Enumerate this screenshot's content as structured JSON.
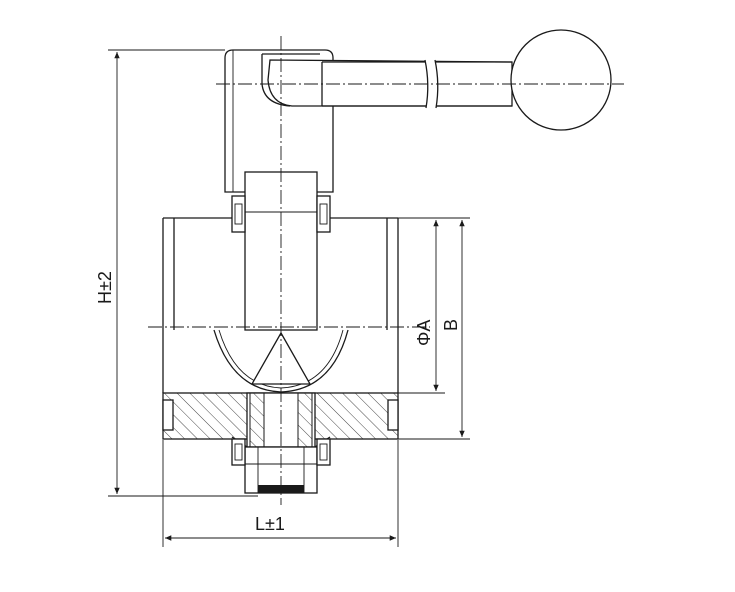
{
  "dimensions": {
    "height_label": "H±2",
    "length_label": "L±1",
    "diameter_label": "ΦA",
    "b_label": "B"
  }
}
